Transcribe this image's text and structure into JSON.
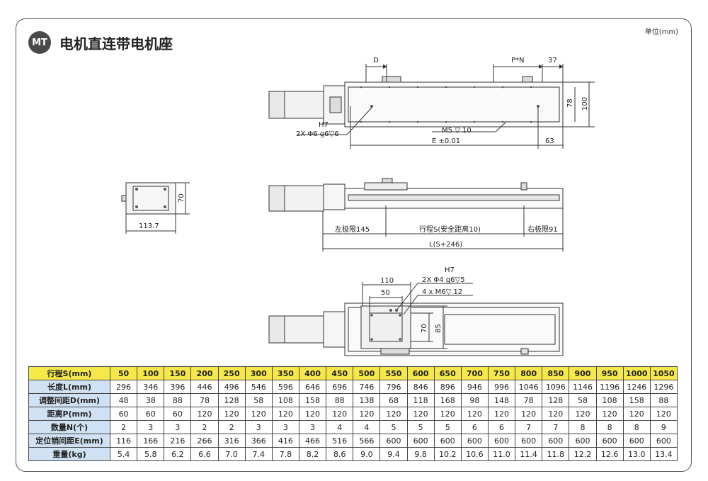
{
  "header": {
    "badge": "MT",
    "title": "电机直连带电机座",
    "unit_label": "单位(mm)"
  },
  "top_view": {
    "dim_d": "D",
    "dim_pn": "P*N",
    "dim_37": "37",
    "dim_78": "78",
    "dim_100": "100",
    "h7": "H7",
    "pin_hole": "2X Φ6 g6▽6",
    "m5": "M5 ▽ 10",
    "e_tol": "E ±0.01",
    "dim_63": "63"
  },
  "end_view": {
    "dim_70": "70",
    "dim_113": "113.7"
  },
  "side_view": {
    "left_limit": "左极限145",
    "stroke": "行程S(安全距离10)",
    "right_limit": "右极限91",
    "total": "L(S+246)"
  },
  "slider_view": {
    "dim_110": "110",
    "h7": "H7",
    "pin_hole": "2X Φ4 g6▽5",
    "dim_50": "50",
    "m6": "4 x M6▽ 12",
    "dim_70": "70",
    "dim_85": "85"
  },
  "table": {
    "rows": [
      {
        "label": "行程S(mm)",
        "values": [
          "50",
          "100",
          "150",
          "200",
          "250",
          "300",
          "350",
          "400",
          "450",
          "500",
          "550",
          "600",
          "650",
          "700",
          "750",
          "800",
          "850",
          "900",
          "950",
          "1000",
          "1050"
        ]
      },
      {
        "label": "长度L(mm)",
        "values": [
          "296",
          "346",
          "396",
          "446",
          "496",
          "546",
          "596",
          "646",
          "696",
          "746",
          "796",
          "846",
          "896",
          "946",
          "996",
          "1046",
          "1096",
          "1146",
          "1196",
          "1246",
          "1296"
        ]
      },
      {
        "label": "调整间距D(mm)",
        "values": [
          "48",
          "38",
          "88",
          "78",
          "128",
          "58",
          "108",
          "158",
          "88",
          "138",
          "68",
          "118",
          "168",
          "98",
          "148",
          "78",
          "128",
          "58",
          "108",
          "158",
          "88"
        ]
      },
      {
        "label": "距离P(mm)",
        "values": [
          "60",
          "60",
          "60",
          "120",
          "120",
          "120",
          "120",
          "120",
          "120",
          "120",
          "120",
          "120",
          "120",
          "120",
          "120",
          "120",
          "120",
          "120",
          "120",
          "120",
          "120"
        ]
      },
      {
        "label": "数量N(个)",
        "values": [
          "2",
          "3",
          "3",
          "2",
          "2",
          "3",
          "3",
          "3",
          "4",
          "4",
          "5",
          "5",
          "5",
          "6",
          "6",
          "7",
          "7",
          "8",
          "8",
          "8",
          "9"
        ]
      },
      {
        "label": "定位销间距E(mm)",
        "values": [
          "116",
          "166",
          "216",
          "266",
          "316",
          "366",
          "416",
          "466",
          "516",
          "566",
          "600",
          "600",
          "600",
          "600",
          "600",
          "600",
          "600",
          "600",
          "600",
          "600",
          "600"
        ]
      },
      {
        "label": "重量(kg)",
        "values": [
          "5.4",
          "5.8",
          "6.2",
          "6.6",
          "7.0",
          "7.4",
          "7.8",
          "8.2",
          "8.6",
          "9.0",
          "9.4",
          "9.8",
          "10.2",
          "10.6",
          "11.0",
          "11.4",
          "11.8",
          "12.2",
          "12.6",
          "13.0",
          "13.4"
        ]
      }
    ]
  }
}
